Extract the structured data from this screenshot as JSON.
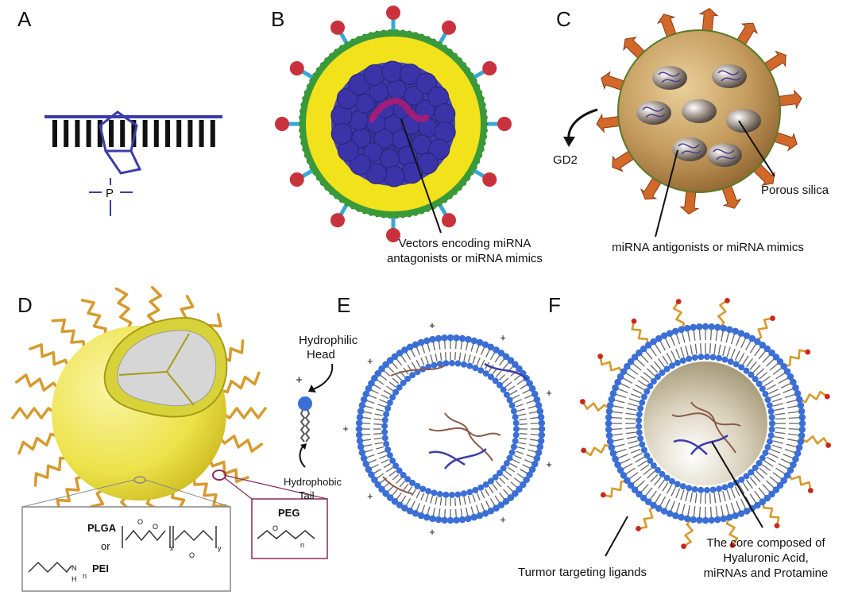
{
  "panels": {
    "a": {
      "label": "A",
      "atom": "P"
    },
    "b": {
      "label": "B",
      "callout": [
        "Vectors encoding miRNA",
        "antagonists or miRNA mimics"
      ]
    },
    "c": {
      "label": "C",
      "arrow_label": "GD2",
      "pore_label": "Porous silica",
      "cargo_label": "miRNA antigonists or miRNA mimics"
    },
    "d": {
      "label": "D",
      "plga": "PLGA",
      "or": "or",
      "pei": "PEI",
      "peg": "PEG",
      "atom_o": "O",
      "atom_n": "N",
      "atom_h": "H",
      "sub_x": "x",
      "sub_y": "y",
      "sub_n": "n"
    },
    "e": {
      "label": "E",
      "head": [
        "Hydrophilic",
        "Head"
      ],
      "tail": [
        "Hydrophobic",
        "Tail"
      ],
      "charge": "+"
    },
    "f": {
      "label": "F",
      "ligand_label": "Turmor targeting ligands",
      "core_label": [
        "The core composed of",
        "Hyaluronic Acid,",
        "miRNAs and Protamine"
      ]
    }
  },
  "colors": {
    "lna_blue": "#3c3ca8",
    "bilayer_blue": "#3b6fd6",
    "capsid_yellow": "#f2e21c",
    "capsid_green": "#3a9a3a",
    "spike_red": "#c8323c",
    "spike_cyan": "#3ba7d6",
    "silica_brown": "#b07a3a",
    "spike_orange": "#d2692a",
    "shell_yellow": "#ece24a",
    "peg_orange": "#d79a2c",
    "ligand_red": "#c8281e",
    "peg_box": "#8a2a55"
  }
}
